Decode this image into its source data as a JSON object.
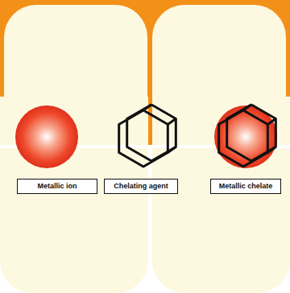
{
  "diagram": {
    "nodes": [
      {
        "text": [
          "Metallic ion"
        ]
      },
      {
        "text": [
          "Chelating agent"
        ]
      },
      {
        "text": [
          "Metallic chelate"
        ]
      }
    ]
  }
}
